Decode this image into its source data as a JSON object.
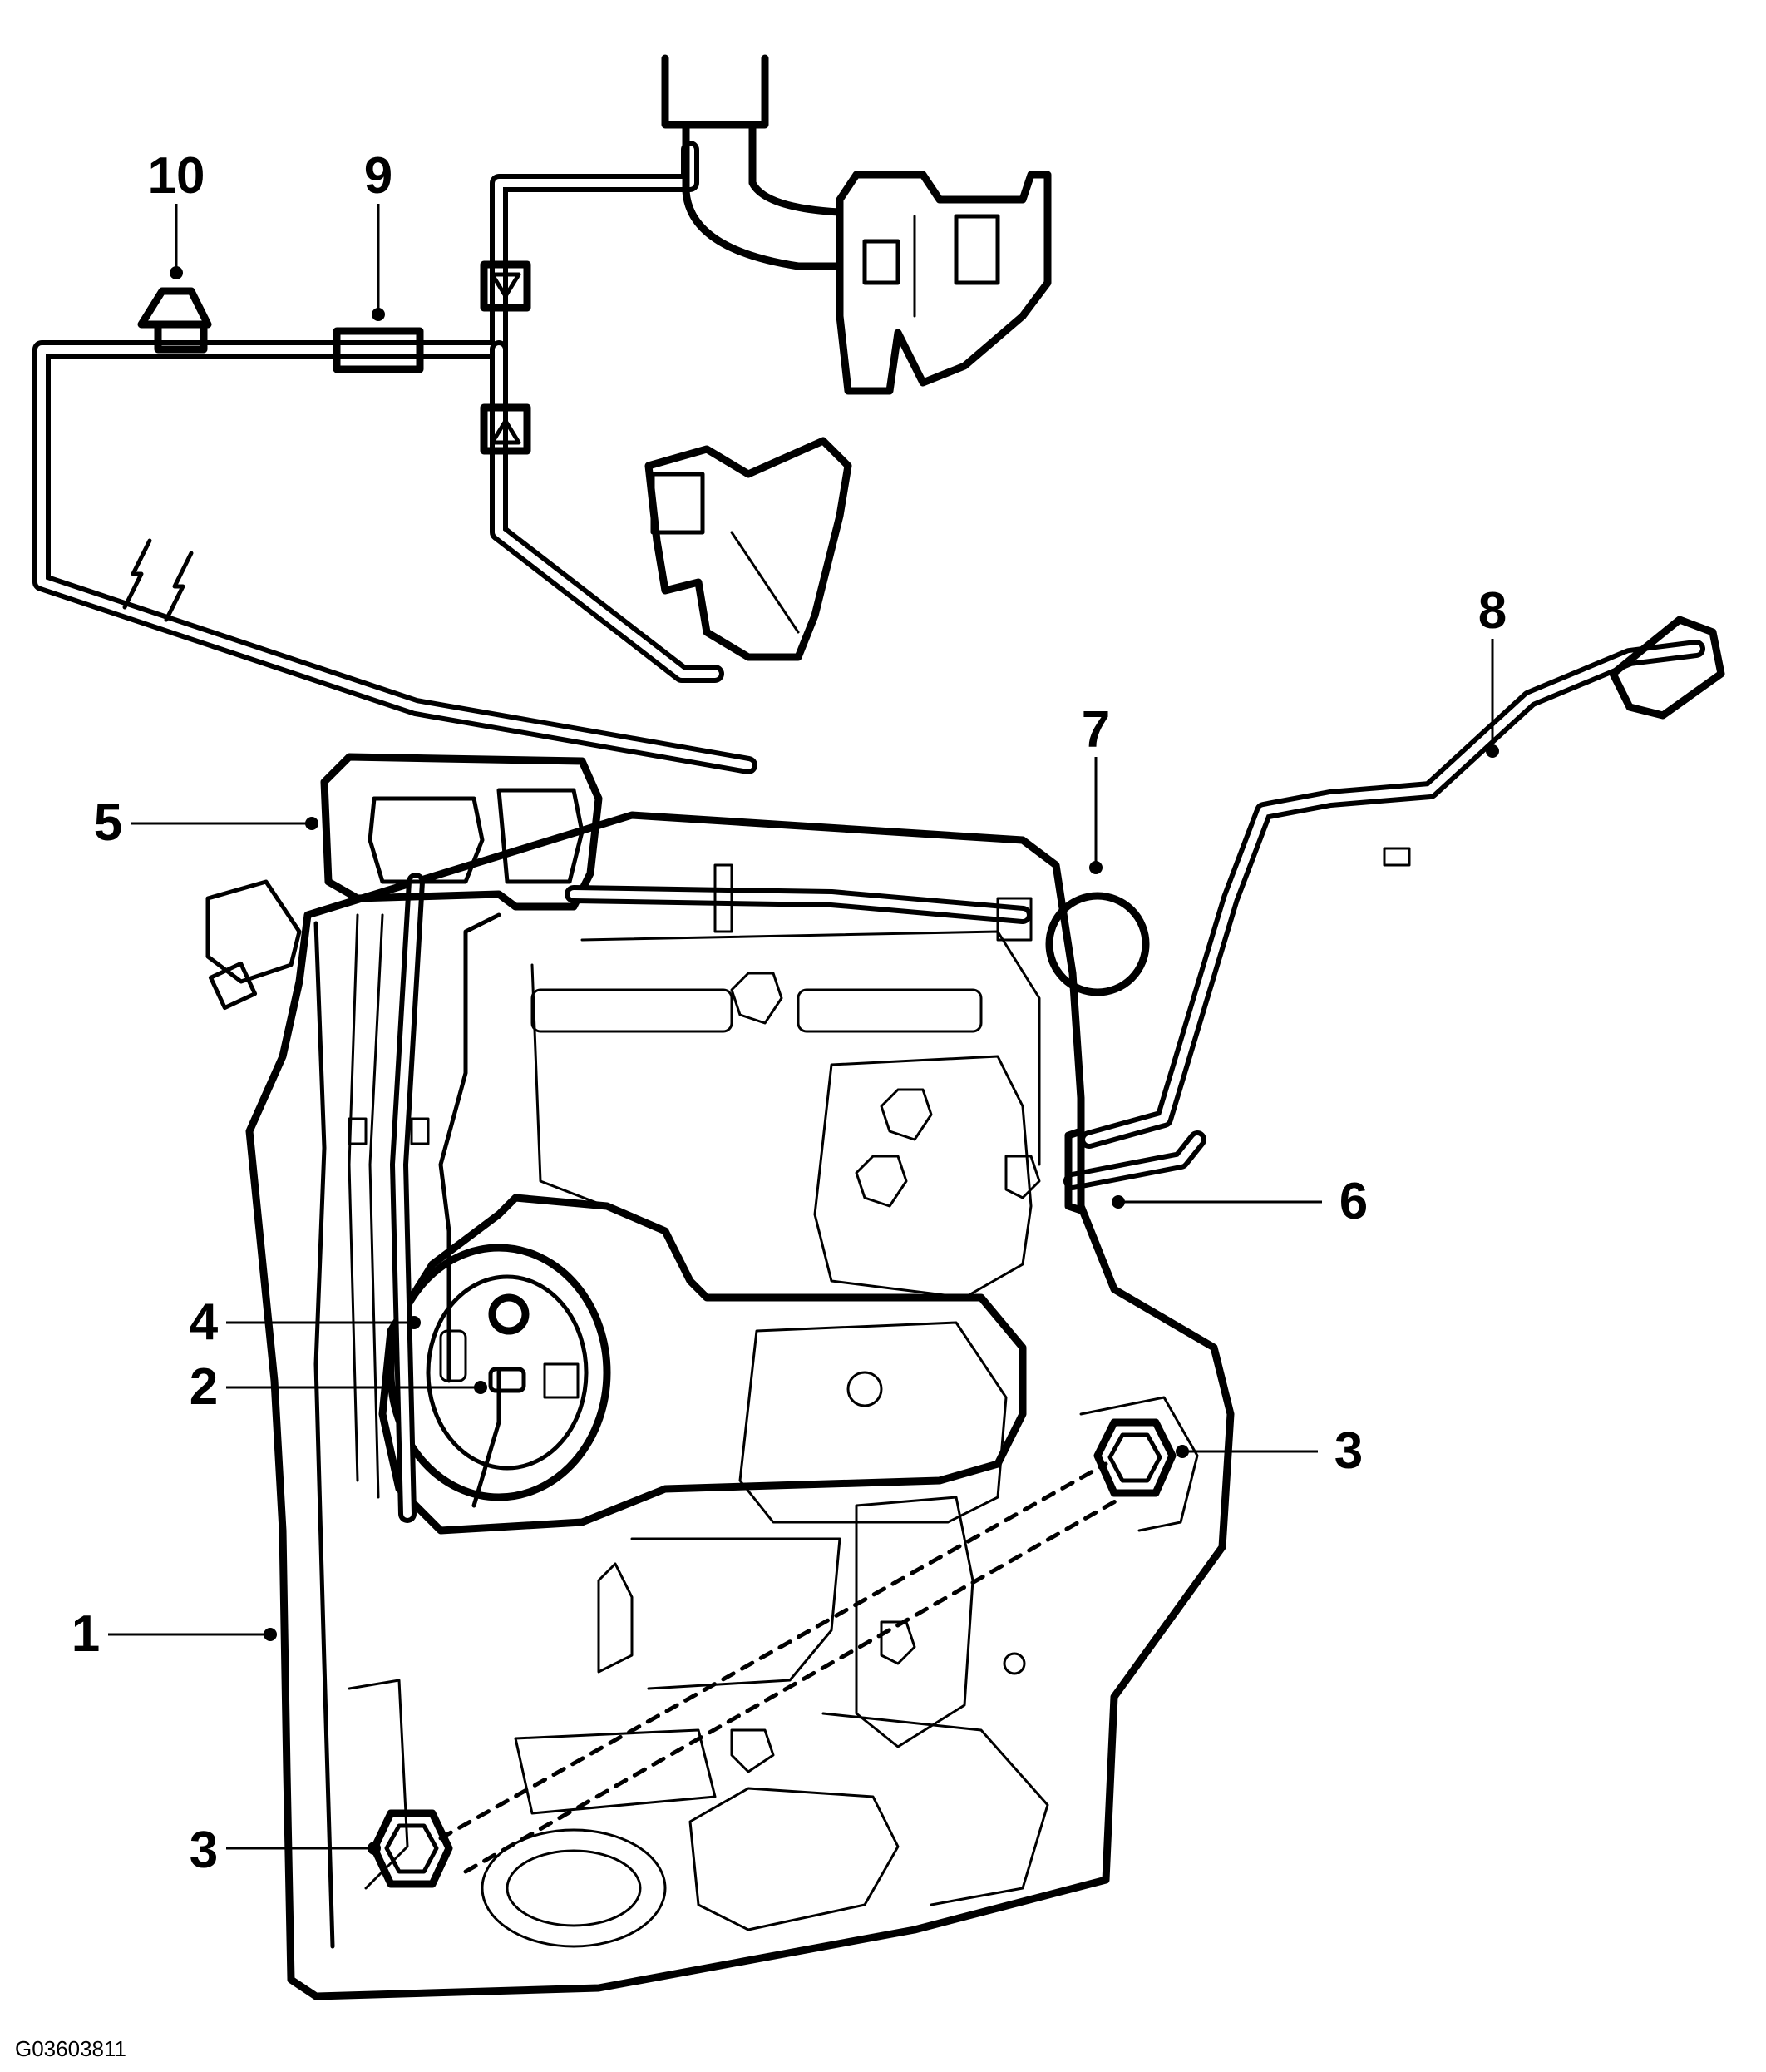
{
  "callouts": [
    {
      "id": "c10",
      "text": "10"
    },
    {
      "id": "c9",
      "text": "9"
    },
    {
      "id": "c8",
      "text": "8"
    },
    {
      "id": "c7",
      "text": "7"
    },
    {
      "id": "c6",
      "text": "6"
    },
    {
      "id": "c5",
      "text": "5"
    },
    {
      "id": "c4",
      "text": "4"
    },
    {
      "id": "c2",
      "text": "2"
    },
    {
      "id": "c3a",
      "text": "3"
    },
    {
      "id": "c3b",
      "text": "3"
    },
    {
      "id": "c1",
      "text": "1"
    }
  ],
  "figure_id": "G03603811"
}
